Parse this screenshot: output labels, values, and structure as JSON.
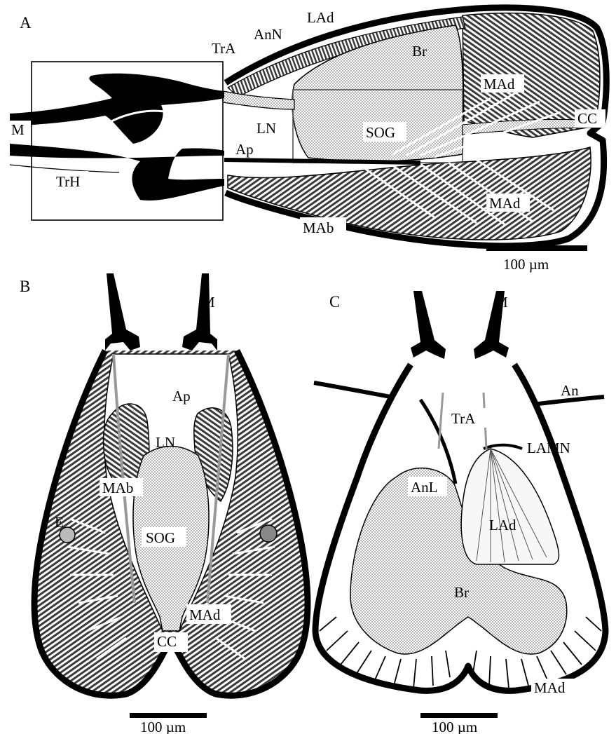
{
  "panels": {
    "a": {
      "letter": "A",
      "labels": {
        "ladd": "LAd",
        "anN": "AnN",
        "trA": "TrA",
        "br": "Br",
        "mad1": "MAd",
        "cc": "CC",
        "m": "M",
        "ln": "LN",
        "sog": "SOG",
        "ap": "Ap",
        "trH": "TrH",
        "mad2": "MAd",
        "mab": "MAb"
      },
      "scale": "100 µm"
    },
    "b": {
      "letter": "B",
      "labels": {
        "m": "M",
        "ap": "Ap",
        "ln": "LN",
        "mab": "MAb",
        "e": "E",
        "sog": "SOG",
        "mad": "MAd",
        "cc": "CC"
      },
      "scale": "100 µm"
    },
    "c": {
      "letter": "C",
      "labels": {
        "m": "M",
        "an": "An",
        "trA": "TrA",
        "lamn": "LAMN",
        "anL": "AnL",
        "lad": "LAd",
        "br": "Br",
        "mad": "MAd"
      },
      "scale": "100 µm"
    }
  },
  "colors": {
    "ink": "#000000",
    "tissue": "#e6e6e6",
    "muscle": "#4a4a4a",
    "sensilla": "#b8b8b8"
  }
}
